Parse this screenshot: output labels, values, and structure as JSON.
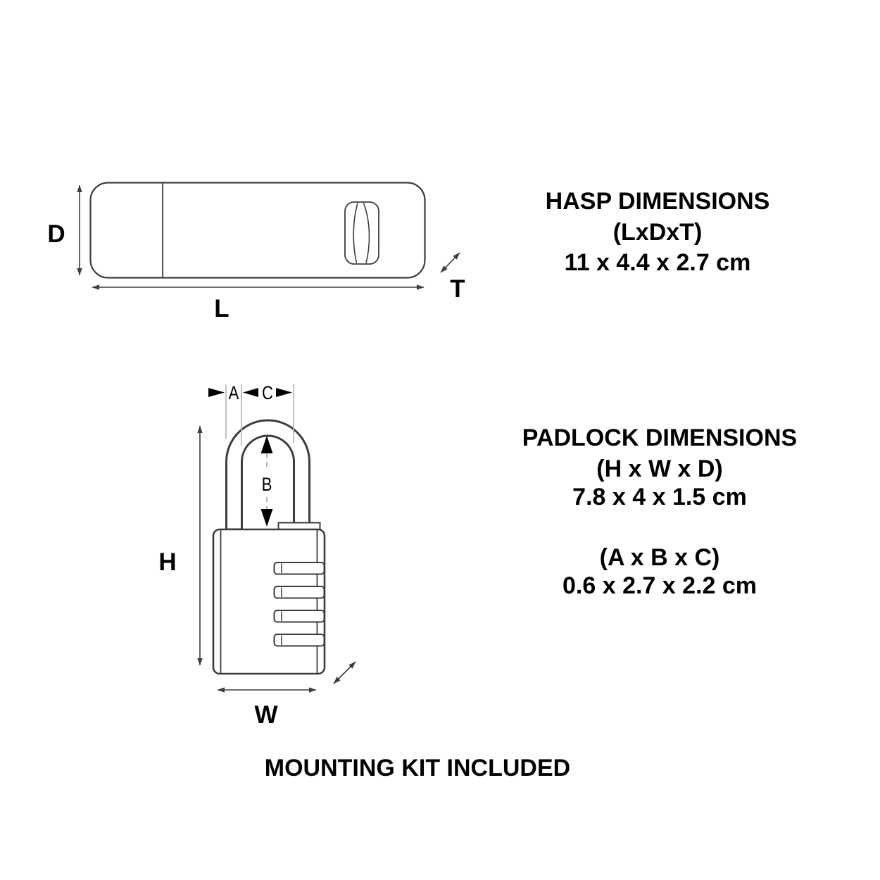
{
  "diagram": {
    "hasp": {
      "dim_labels": {
        "depth": "D",
        "length": "L",
        "thickness": "T"
      },
      "info": {
        "title": "HASP DIMENSIONS",
        "formula": "(LxDxT)",
        "values": "11 x 4.4 x 2.7 cm"
      }
    },
    "padlock": {
      "dim_labels": {
        "shackle_thickness": "A",
        "shackle_clearance": "B",
        "shackle_width": "C",
        "height": "H",
        "width": "W"
      },
      "info": {
        "title": "PADLOCK DIMENSIONS",
        "formula_hwd": "(H x W x D)",
        "values_hwd": "7.8 x 4 x 1.5 cm",
        "formula_abc": "(A x B x C)",
        "values_abc": "0.6 x 2.7 x 2.2 cm"
      }
    },
    "footer_note": "MOUNTING KIT INCLUDED",
    "colors": {
      "background": "#ffffff",
      "line": "#3d3d3d",
      "text": "#000000",
      "guide": "#b3b3b3"
    }
  }
}
